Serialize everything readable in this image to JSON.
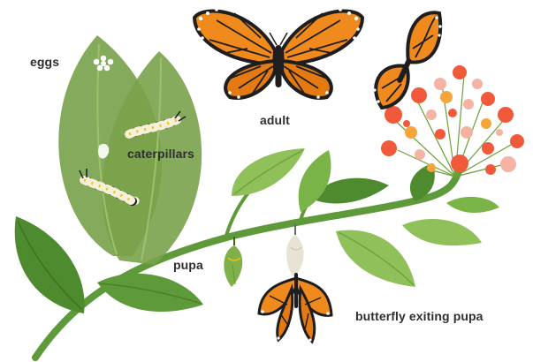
{
  "labels": {
    "eggs": "eggs",
    "adult": "adult",
    "caterpillars": "caterpillars",
    "pupa": "pupa",
    "exiting": "butterfly exiting pupa"
  },
  "colors": {
    "stem": "#5f9a3a",
    "leaf_dark": "#4e8a2e",
    "leaf_light": "#8fc05a",
    "big_leaf": "#7aa24a",
    "wing_orange": "#f08a1c",
    "wing_border": "#1e1e1e",
    "flower_red": "#f05a3a",
    "flower_pink": "#f6b3a3",
    "flower_yellow": "#f7a53a",
    "label_text": "#2f2f2f"
  }
}
